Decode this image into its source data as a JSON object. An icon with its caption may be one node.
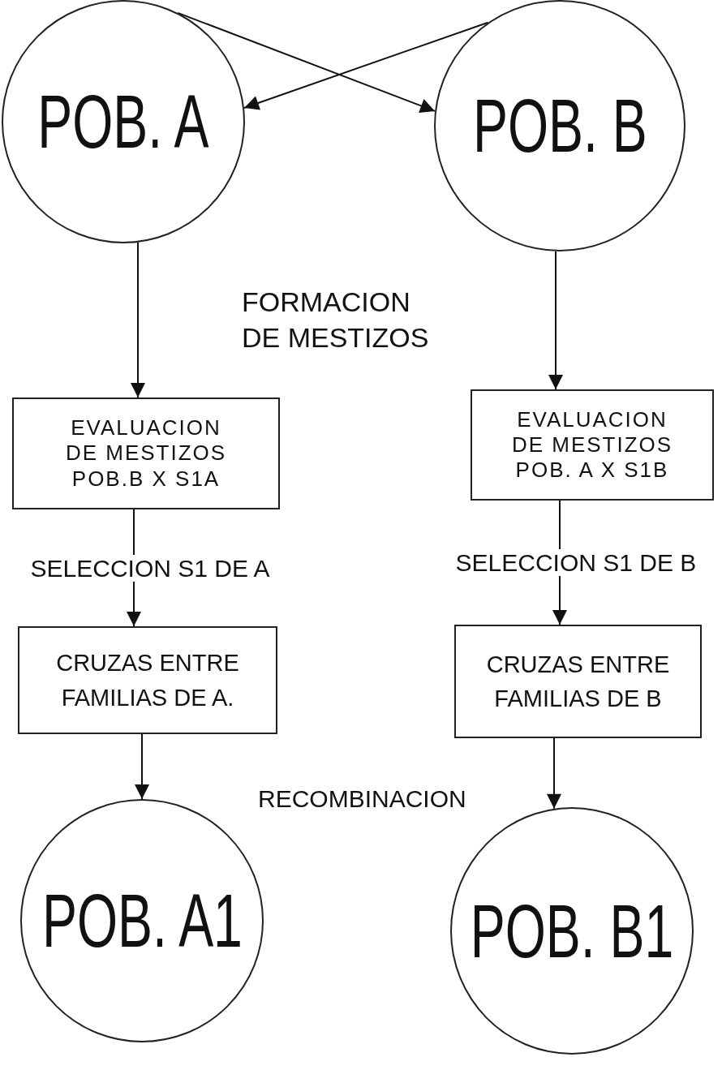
{
  "diagram": {
    "nodes": [
      {
        "text": [
          "POB. A"
        ]
      },
      {
        "text": [
          "POB. B"
        ]
      },
      {
        "text": [
          "EVALUACION DE MESTIZOS POB.B X S1A"
        ]
      },
      {
        "text": [
          "EVALUACION DE MESTIZOS POB. A X S1B"
        ]
      },
      {
        "text": [
          "CRUZAS ENTRE FAMILIAS DE A."
        ]
      },
      {
        "text": [
          "CRUZAS ENTRE FAMILIAS DE B"
        ]
      },
      {
        "text": [
          "POB. A1"
        ]
      },
      {
        "text": [
          "POB. B1"
        ]
      }
    ],
    "edges": [
      {
        "from": 0,
        "to": 1,
        "arrow": "to"
      },
      {
        "from": 1,
        "to": 0,
        "arrow": "to"
      },
      {
        "from": 0,
        "to": 2,
        "arrow": "to"
      },
      {
        "from": 1,
        "to": 3,
        "arrow": "to"
      },
      {
        "from": 2,
        "to": 4,
        "arrow": "to",
        "label": "SELECCION S1 DE A"
      },
      {
        "from": 3,
        "to": 5,
        "arrow": "to",
        "label": "SELECCION S1 DE B"
      },
      {
        "from": 4,
        "to": 6,
        "arrow": "to"
      },
      {
        "from": 5,
        "to": 7,
        "arrow": "to"
      }
    ],
    "labels": [
      "FORMACION DE MESTIZOS",
      "RECOMBINACION"
    ]
  }
}
